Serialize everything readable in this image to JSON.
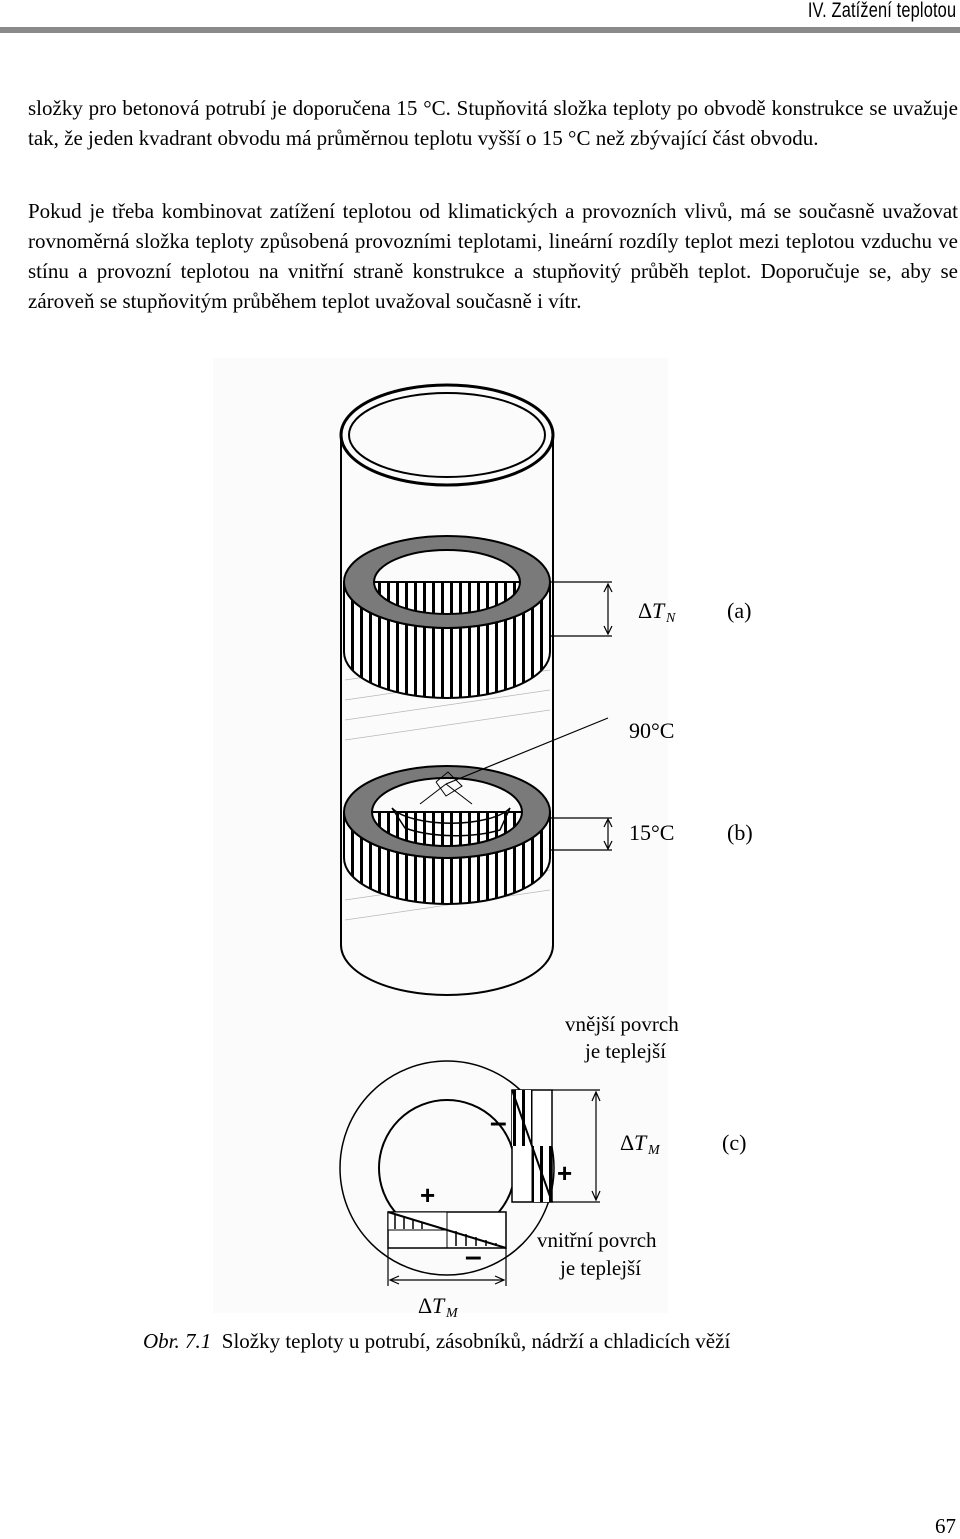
{
  "header": {
    "title": "IV. Zatížení teplotou"
  },
  "paragraphs": [
    "složky pro betonová potrubí je doporučena 15 °C. Stupňovitá složka teploty po obvodě konstrukce se uvažuje tak, že jeden kvadrant obvodu má průměrnou teplotu vyšší o 15 °C než zbývající část obvodu.",
    "Pokud je třeba kombinovat zatížení teplotou od klimatických a provozních vlivů, má se současně uvažovat rovnoměrná složka teploty způsobená provozními teplotami, lineární rozdíly teplot mezi teplotou vzduchu ve stínu a provozní teplotou na vnitřní straně konstrukce a stupňovitý průběh teplot. Doporučuje se, aby se zároveň se stupňovitým průběhem teplot uvažoval současně i vítr."
  ],
  "figure": {
    "labels": {
      "delta": "Δ",
      "tn_var": "T",
      "tn_sub": "N",
      "a": "(a)",
      "angle90": "90°C",
      "angle15": "15°C",
      "b": "(b)",
      "outer_line1": "vnější povrch",
      "outer_line2": "je teplejší",
      "tm_var": "T",
      "tm_sub": "M",
      "c": "(c)",
      "inner_line1": "vnitřní povrch",
      "inner_line2": "je teplejší",
      "minus": "–",
      "plus": "+"
    }
  },
  "caption": {
    "number": "Obr. 7.1",
    "text": "Složky teploty u potrubí, zásobníků, nádrží a chladicích věží"
  },
  "page_number": "67"
}
